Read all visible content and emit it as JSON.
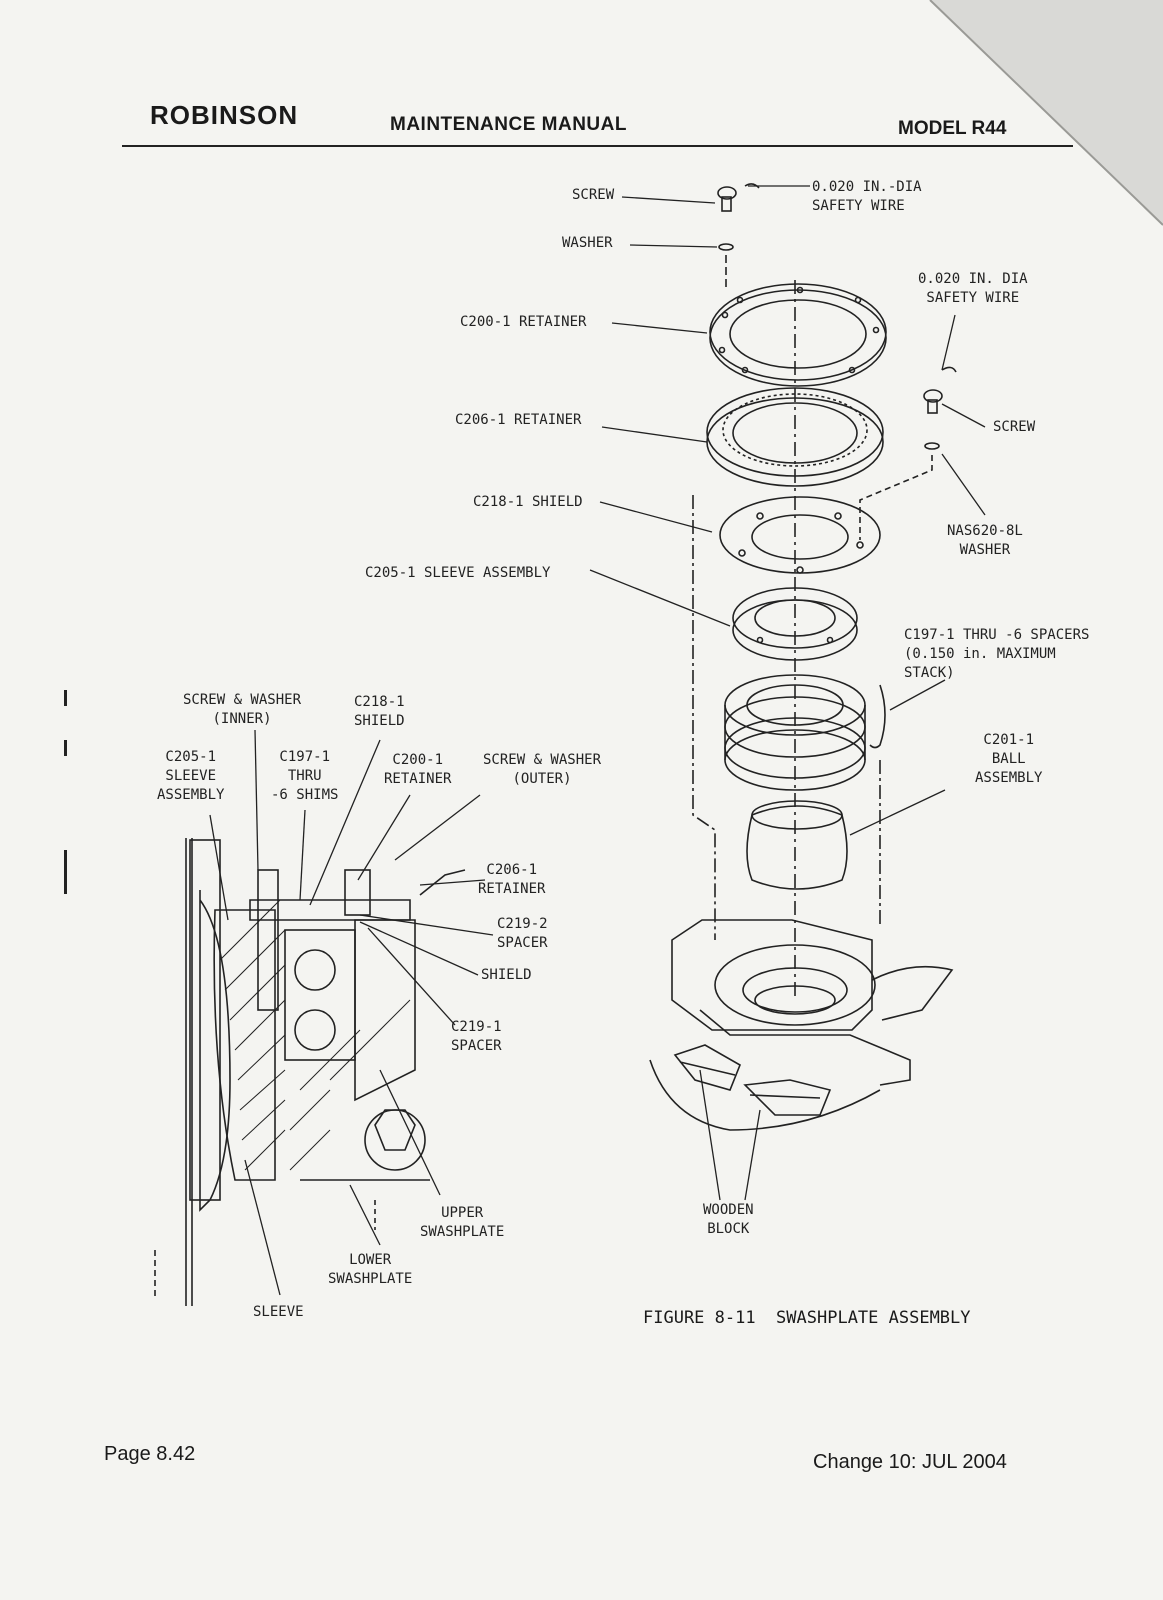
{
  "header": {
    "brand": "ROBINSON",
    "title": "MAINTENANCE MANUAL",
    "model": "MODEL R44"
  },
  "exploded_view": {
    "screw": "SCREW",
    "safety_wire_top": "0.020 IN.-DIA\nSAFETY WIRE",
    "washer": "WASHER",
    "retainer_c200": "C200-1 RETAINER",
    "safety_wire_right": "0.020 IN. DIA\nSAFETY WIRE",
    "retainer_c206": "C206-1 RETAINER",
    "screw_right": "SCREW",
    "shield_c218": "C218-1 SHIELD",
    "washer_nas": "NAS620-8L\nWASHER",
    "sleeve_c205": "C205-1 SLEEVE ASSEMBLY",
    "spacers_c197": "C197-1 THRU -6 SPACERS\n(0.150 in. MAXIMUM\nSTACK)",
    "ball_c201": "C201-1\nBALL\nASSEMBLY",
    "wooden_block": "WOODEN\nBLOCK"
  },
  "section_view": {
    "screw_washer_inner": "SCREW & WASHER\n(INNER)",
    "shield_c218": "C218-1\nSHIELD",
    "sleeve_c205": "C205-1\nSLEEVE\nASSEMBLY",
    "shims_c197": "C197-1\nTHRU\n-6 SHIMS",
    "retainer_c200": "C200-1\nRETAINER",
    "screw_washer_outer": "SCREW & WASHER\n(OUTER)",
    "retainer_c206": "C206-1\nRETAINER",
    "spacer_c219_2": "C219-2\nSPACER",
    "shield": "SHIELD",
    "spacer_c219_1": "C219-1\nSPACER",
    "upper_swashplate": "UPPER\nSWASHPLATE",
    "lower_swashplate": "LOWER\nSWASHPLATE",
    "sleeve": "SLEEVE"
  },
  "figure_caption": "FIGURE 8-11  SWASHPLATE ASSEMBLY",
  "footer": {
    "page": "Page 8.42",
    "change": "Change 10:  JUL 2004"
  }
}
